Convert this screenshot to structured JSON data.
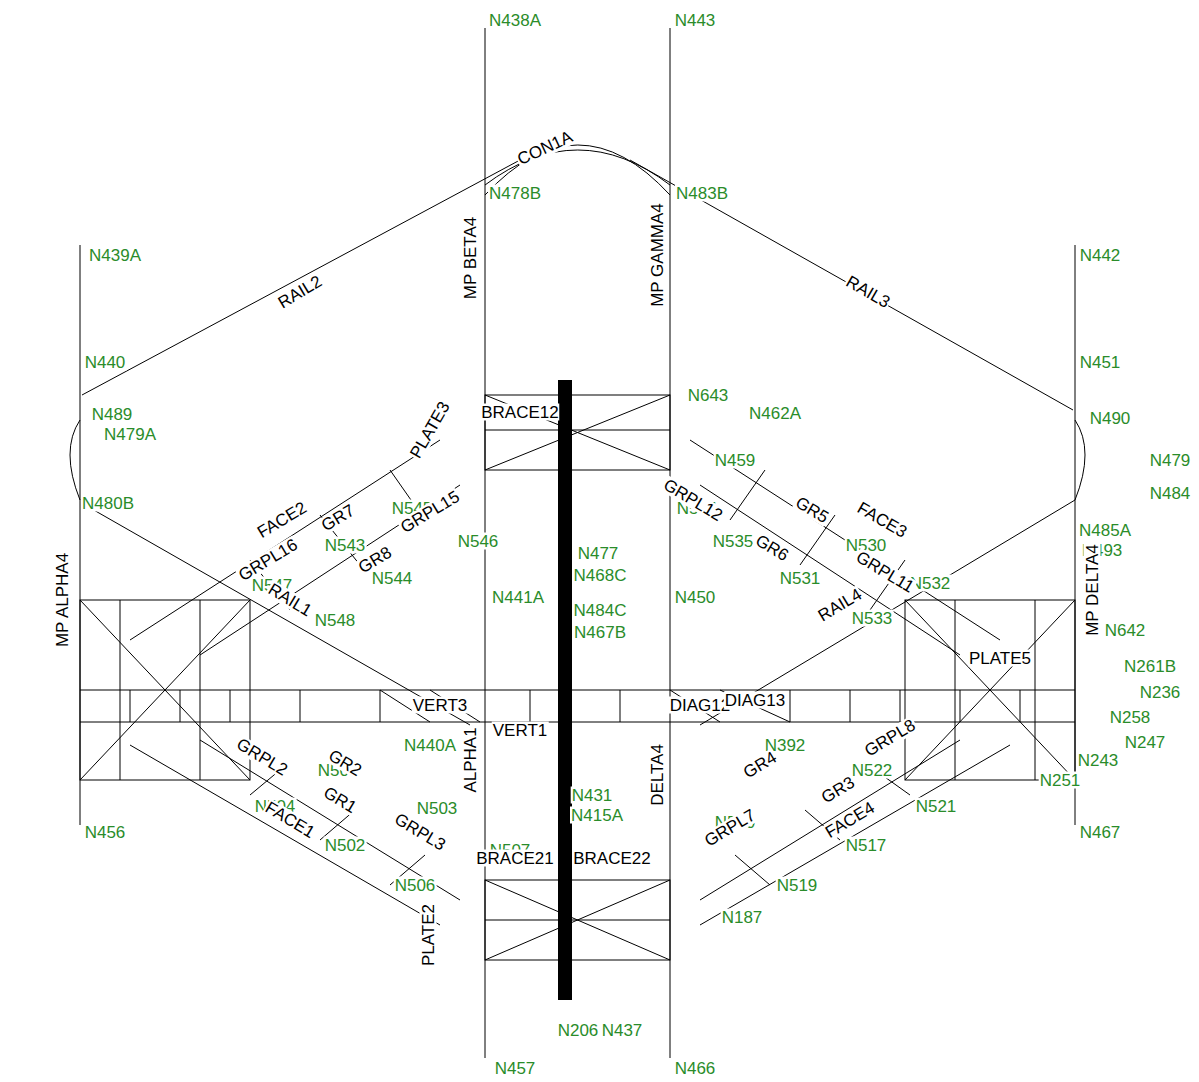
{
  "diagram": {
    "labels": [
      "N438A",
      "N443",
      "N439A",
      "N442",
      "N440",
      "N451",
      "N441A",
      "N450",
      "N456",
      "N467",
      "N457",
      "N466",
      "N478B",
      "N483B",
      "N489",
      "N479A",
      "N480B",
      "N546",
      "N545",
      "N544",
      "N543",
      "N548",
      "N547",
      "N535",
      "N534",
      "N530",
      "N531",
      "N532",
      "N533",
      "N505",
      "N504",
      "N503",
      "N502",
      "N507",
      "N506",
      "N522",
      "N521",
      "N520",
      "N517",
      "N519",
      "N187",
      "N462A",
      "N643",
      "N459",
      "N642",
      "N261B",
      "N236",
      "N258",
      "N247",
      "N243",
      "N251",
      "N485A",
      "N493",
      "N490",
      "N479",
      "N484",
      "N437",
      "N206",
      "N440A",
      "N392",
      "N477",
      "N468C",
      "N484C",
      "N467B",
      "N431",
      "N415A",
      "RAIL2",
      "RAIL3",
      "FACE2",
      "FACE3",
      "FACE1",
      "FACE4",
      "RAIL1",
      "RAIL4",
      "MP BETA4",
      "MP GAMMA4",
      "MP ALPHA4",
      "MP DELTA4",
      "ALPHA1",
      "DELTA4",
      "GR7",
      "GRPL15",
      "GRPL16",
      "GR8",
      "GRPL12",
      "GR5",
      "GR6",
      "GRPL11",
      "GRPL2",
      "GR2",
      "GR1",
      "GRPL3",
      "GR4",
      "GRPL8",
      "GR3",
      "GRPL7",
      "CON1A",
      "PLATE3",
      "PLATE5",
      "PLATE2",
      "BRACE12",
      "BRACE21",
      "BRACE22",
      "DIAG12",
      "DIAG13",
      "VERT3",
      "VERT1"
    ]
  }
}
